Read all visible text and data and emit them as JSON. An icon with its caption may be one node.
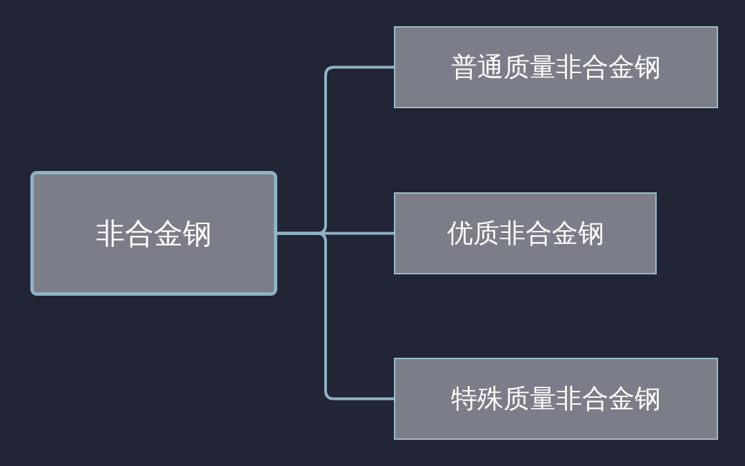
{
  "diagram": {
    "nodes": [
      {
        "text": [
          "非合金钢"
        ]
      },
      {
        "text": [
          "普通质量非合金钢"
        ]
      },
      {
        "text": [
          "优质非合金钢"
        ]
      },
      {
        "text": [
          "特殊质量非合金钢"
        ]
      }
    ],
    "edges": [
      {
        "from": 0,
        "to": 1,
        "arrow": "none"
      },
      {
        "from": 0,
        "to": 2,
        "arrow": "none"
      },
      {
        "from": 0,
        "to": 3,
        "arrow": "none"
      }
    ]
  }
}
